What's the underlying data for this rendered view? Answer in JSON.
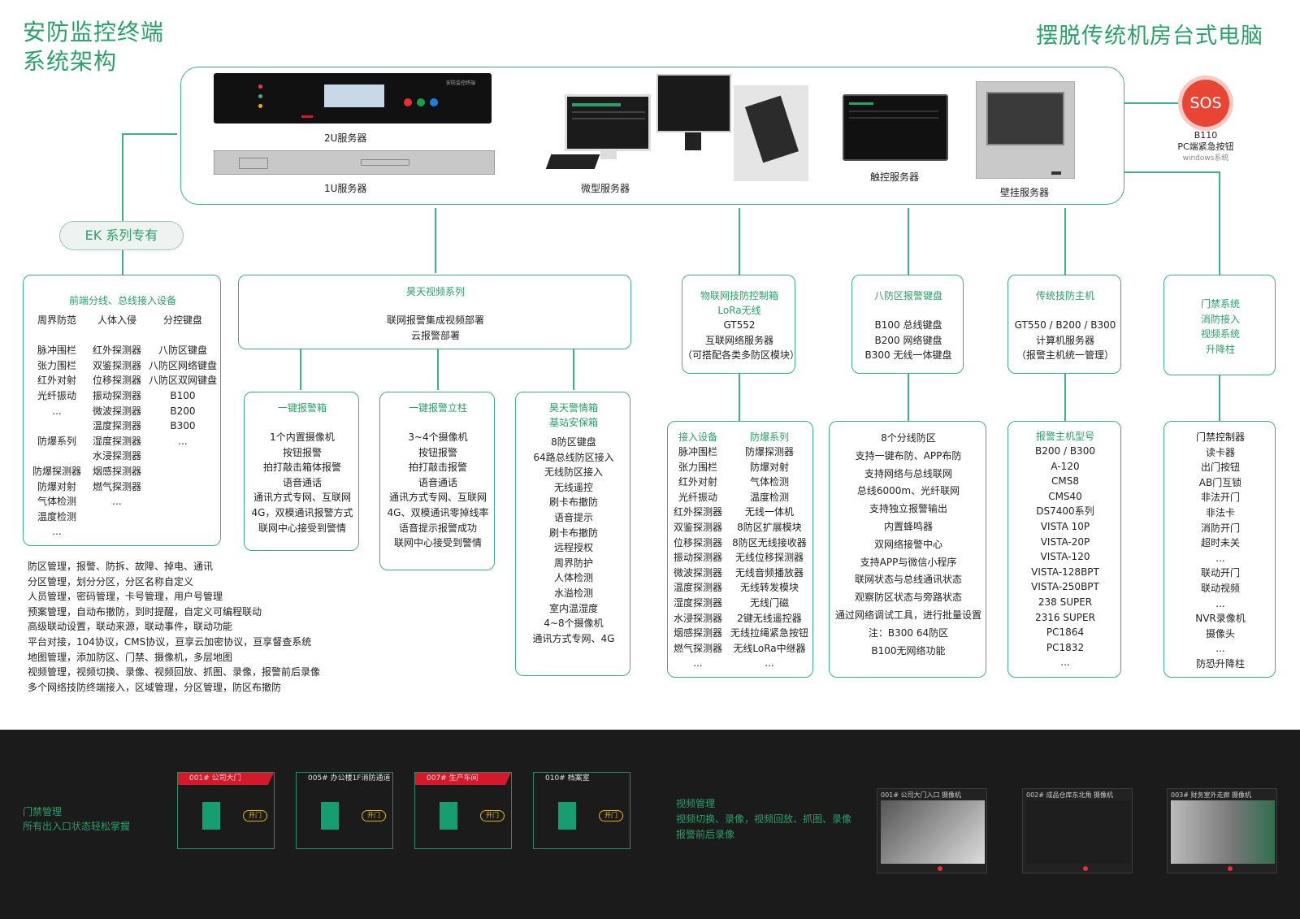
{
  "header": {
    "title_line1": "安防监控终端",
    "title_line2": "系统架构",
    "right_title": "摆脱传统机房台式电脑"
  },
  "devices": {
    "server_2u": "2U服务器",
    "server_1u": "1U服务器",
    "micro": "微型服务器",
    "touch": "触控服务器",
    "wall": "壁挂服务器",
    "device_2u_brand": "安防监控终端",
    "sos_label": "SOS",
    "sos_caption1": "B110",
    "sos_caption2": "PC端紧急按钮",
    "sos_caption3": "windows系统"
  },
  "ek_label": "EK 系列专有",
  "front_box": {
    "title": "前端分线、总线接入设备",
    "col1": [
      "周界防范",
      "",
      "脉冲围栏",
      "张力围栏",
      "红外对射",
      "光纤振动",
      "...",
      "",
      "防爆系列",
      "",
      "防爆探测器",
      "防爆对射",
      "气体检测",
      "温度检测",
      "..."
    ],
    "col2": [
      "人体入侵",
      "",
      "红外探测器",
      "双鉴探测器",
      "位移探测器",
      "振动探测器",
      "微波探测器",
      "温度探测器",
      "湿度探测器",
      "水浸探测器",
      "烟感探测器",
      "燃气探测器",
      "..."
    ],
    "col3": [
      "分控键盘",
      "",
      "八防区键盘",
      "八防区网络键盘",
      "八防区双网键盘",
      "B100",
      "B200",
      "B300",
      "..."
    ]
  },
  "features": [
    "防区管理，报警、防拆、故障、掉电、通讯",
    "分区管理，划分分区，分区名称自定义",
    "人员管理，密码管理，卡号管理，用户号管理",
    "预案管理，自动布撤防，到时提醒，自定义可编程联动",
    "高级联动设置，联动来源，联动事件，联动功能",
    "平台对接，104协议，CMS协议，亘享云加密协议，亘享督查系统",
    "地图管理，添加防区、门禁、摄像机，多层地图",
    "视频管理，视频切换、录像、视频回放、抓图、录像，报警前后录像",
    "多个网络技防终端接入，区域管理，分区管理，防区布撤防"
  ],
  "haotian": {
    "title": "昊天视频系列",
    "lines": [
      "联网报警集成视频部署",
      "云报警部署"
    ]
  },
  "alarm_box": {
    "title": "一键报警箱",
    "lines": [
      "1个内置摄像机",
      "按钮报警",
      "拍打敲击箱体报警",
      "语音通话",
      "通讯方式专网、互联网",
      "4G，双模通讯报警方式",
      "联网中心接受到警情"
    ]
  },
  "alarm_pole": {
    "title": "一键报警立柱",
    "lines": [
      "3~4个摄像机",
      "按钮报警",
      "拍打敲击报警",
      "语音通话",
      "通讯方式专网、互联网",
      "4G、双模通讯零掉线率",
      "语音提示报警成功",
      "联网中心接受到警情"
    ]
  },
  "alert_box": {
    "title1": "昊天警情箱",
    "title2": "基站安保箱",
    "lines": [
      "8防区键盘",
      "64路总线防区接入",
      "无线防区接入",
      "无线遥控",
      "刷卡布撤防",
      "语音提示",
      "刷卡布撤防",
      "远程授权",
      "周界防护",
      "人体检测",
      "水溢检测",
      "室内温湿度",
      "4~8个摄像机",
      "通讯方式专网、4G"
    ]
  },
  "iot_box": {
    "title": "物联网技防控制箱",
    "sub": "LoRa无线",
    "lines": [
      "GT552",
      "互联网络服务器",
      "（可搭配各类多防区模块）"
    ]
  },
  "iot_detail": {
    "col1_title": "接入设备",
    "col1": [
      "脉冲围栏",
      "张力围栏",
      "红外对射",
      "光纤振动",
      "红外探测器",
      "双鉴探测器",
      "位移探测器",
      "振动探测器",
      "微波探测器",
      "温度探测器",
      "湿度探测器",
      "水浸探测器",
      "烟感探测器",
      "燃气探测器",
      "..."
    ],
    "col2_title": "防爆系列",
    "col2": [
      "防爆探测器",
      "防爆对射",
      "气体检测",
      "温度检测",
      "无线一体机",
      "8防区扩展模块",
      "8防区无线接收器",
      "无线位移探测器",
      "无线音频播放器",
      "无线转发模块",
      "无线门磁",
      "2键无线遥控器",
      "无线拉绳紧急按钮",
      "无线LoRa中继器",
      "..."
    ]
  },
  "keypad_box": {
    "title": "八防区报警键盘",
    "lines": [
      "B100 总线键盘",
      "B200 网络键盘",
      "B300 无线一体键盘"
    ]
  },
  "keypad_detail": {
    "lines": [
      "8个分线防区",
      "支持一键布防、APP布防",
      "支持网络与总线联网",
      "总线6000m、光纤联网",
      "支持独立报警输出",
      "内置蜂鸣器",
      "双网络接警中心",
      "支持APP与微信小程序",
      "联网状态与总线通讯状态",
      "观察防区状态与旁路状态",
      "通过网络调试工具，进行批量设置",
      "注：B300 64防区",
      "B100无网络功能"
    ]
  },
  "trad_box": {
    "title": "传统技防主机",
    "lines": [
      "GT550 / B200 / B300",
      "计算机服务器",
      "（报警主机统一管理）"
    ]
  },
  "trad_detail": {
    "title": "报警主机型号",
    "lines": [
      "B200 / B300",
      "A-120",
      "CMS8",
      "CMS40",
      "DS7400系列",
      "VISTA 10P",
      "VISTA-20P",
      "VISTA-120",
      "VISTA-128BPT",
      "VISTA-250BPT",
      "238 SUPER",
      "2316 SUPER",
      "PC1864",
      "PC1832",
      "..."
    ]
  },
  "access_box": {
    "lines": [
      "门禁系统",
      "消防接入",
      "视频系统",
      "升降柱"
    ]
  },
  "access_detail": {
    "lines": [
      "门禁控制器",
      "读卡器",
      "出门按钮",
      "AB门互锁",
      "非法开门",
      "非法卡",
      "消防开门",
      "超时未关",
      "...",
      "联动开门",
      "联动视频",
      "...",
      "NVR录像机",
      "摄像头",
      "...",
      "防恐升降柱"
    ]
  },
  "bottom": {
    "door_title": "门禁管理",
    "door_sub": "所有出入口状态轻松掌握",
    "doors": [
      {
        "name": "001# 公司大门",
        "btn": "开门"
      },
      {
        "name": "005# 办公楼1F消防通道",
        "btn": "开门"
      },
      {
        "name": "007# 生产车间",
        "btn": "开门"
      },
      {
        "name": "010# 档案室",
        "btn": "开门"
      }
    ],
    "video_title": "视频管理",
    "video_sub1": "视频切换、录像，视频回放、抓图、录像",
    "video_sub2": "报警前后录像",
    "cams": [
      {
        "name": "001# 公司大门入口 摄像机"
      },
      {
        "name": "002# 成品仓库东北角 摄像机"
      },
      {
        "name": "003# 财务室外走廊 摄像机"
      }
    ]
  },
  "colors": {
    "accent": "#2aa06a",
    "line": "#3fb083",
    "sos": "#e94534",
    "door_red": "#d7182a",
    "door_green": "#169e72",
    "button_yellow": "#e8b400",
    "dark_bg": "#1b1b1b"
  }
}
